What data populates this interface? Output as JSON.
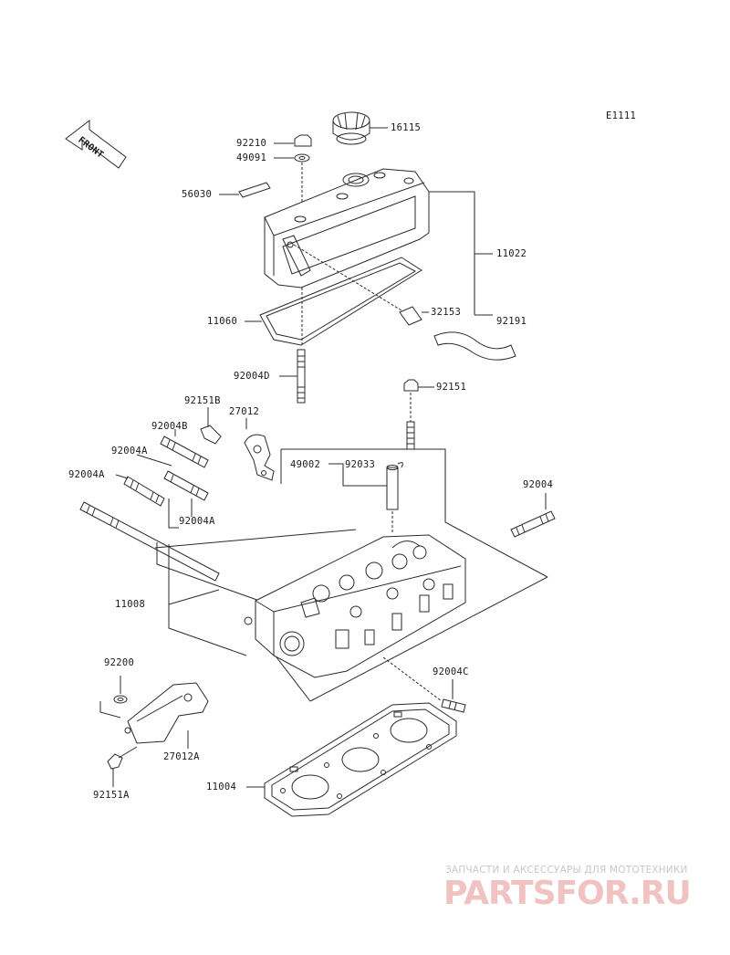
{
  "diagram_code": "E1111",
  "front_label": "FRONT",
  "parts": {
    "p16115": "16115",
    "p92210": "92210",
    "p49091": "49091",
    "p56030": "56030",
    "p11022": "11022",
    "p32153": "32153",
    "p11060": "11060",
    "p92191": "92191",
    "p92004D": "92004D",
    "p92151": "92151",
    "p92151B": "92151B",
    "p27012": "27012",
    "p92004B": "92004B",
    "p92004A_1": "92004A",
    "p92004A_2": "92004A",
    "p49002": "49002",
    "p92033": "92033",
    "p92004": "92004",
    "p92004A_3": "92004A",
    "p11008": "11008",
    "p92200": "92200",
    "p92004C": "92004C",
    "p27012A": "27012A",
    "p11004": "11004",
    "p92151A": "92151A"
  },
  "watermark": {
    "tagline": "ЗАПЧАСТИ И АКСЕССУАРЫ ДЛЯ МОТОТЕХНИКИ",
    "logo": "PARTSFOR.RU",
    "logo_color": "#f1c2c2"
  },
  "colors": {
    "line": "#2a2a2a",
    "background": "#ffffff"
  }
}
